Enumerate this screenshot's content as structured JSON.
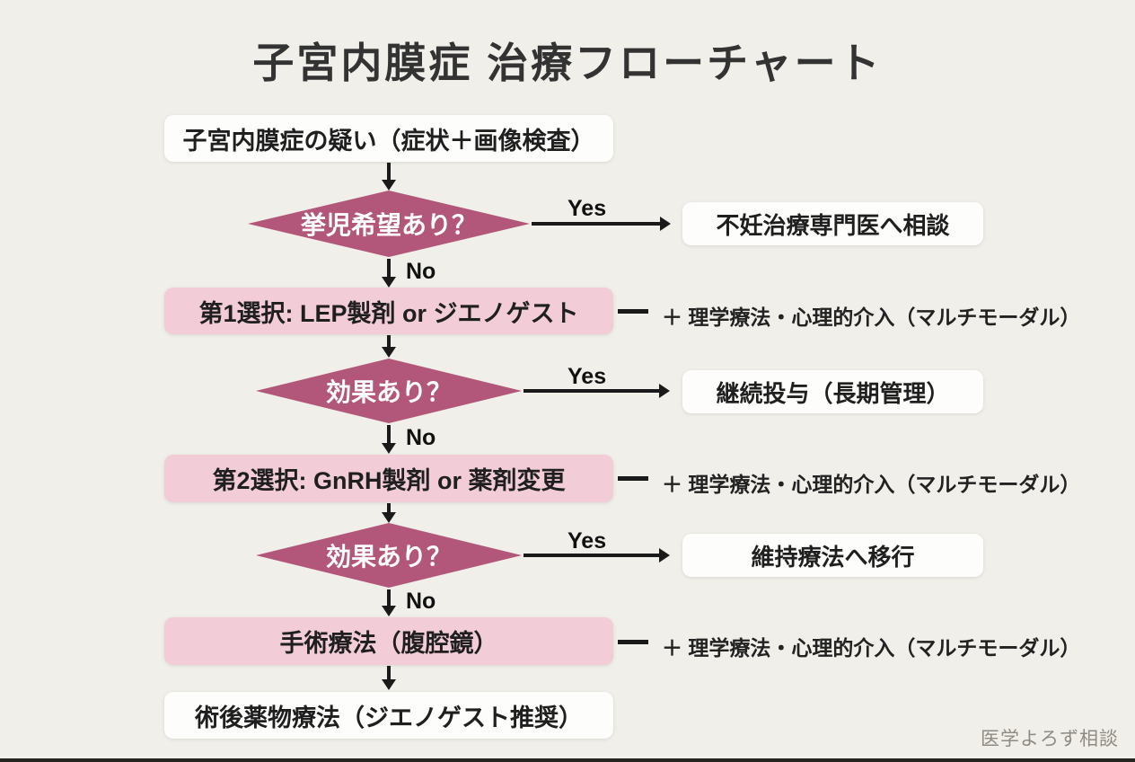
{
  "title": "子宮内膜症 治療フローチャート",
  "watermark": "医学よろず相談",
  "colors": {
    "background": "#f1efe9",
    "diamond": "#b2567a",
    "pink_box": "#f2cdd8",
    "white_box": "#fdfdfb",
    "line": "#1a1a1a",
    "text": "#1f1f1f",
    "watermark": "#8f8b83"
  },
  "flow": {
    "yes": "Yes",
    "no": "No",
    "side_note": "＋ 理学療法・心理的介入（マルチモーダル）",
    "nodes": {
      "start": "子宮内膜症の疑い（症状＋画像検査）",
      "decision_fertility": "挙児希望あり？",
      "fertility_yes": "不妊治療専門医へ相談",
      "first_line": "第1選択: LEP製剤 or ジエノゲスト",
      "decision_effect1": "効果あり？",
      "effect1_yes": "継続投与（長期管理）",
      "second_line": "第2選択: GnRH製剤 or 薬剤変更",
      "decision_effect2": "効果あり？",
      "effect2_yes": "維持療法へ移行",
      "surgery": "手術療法（腹腔鏡）",
      "end": "術後薬物療法（ジエノゲスト推奨）"
    }
  }
}
